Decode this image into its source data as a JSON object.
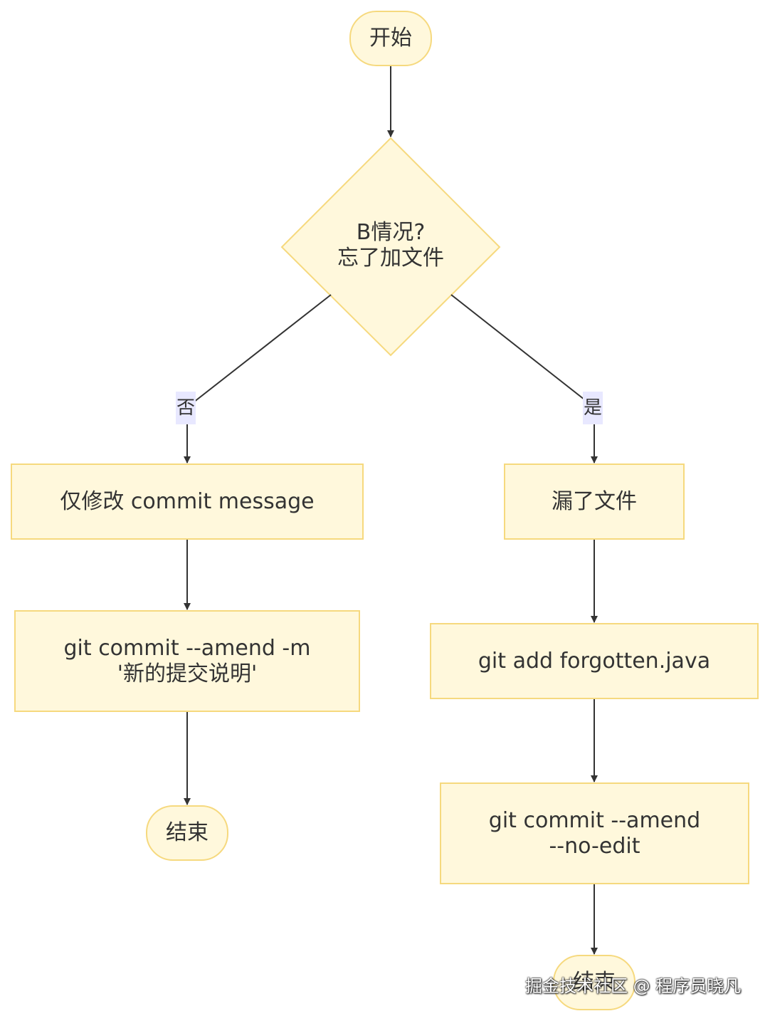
{
  "diagram": {
    "nodes": {
      "start": "开始",
      "decision": "B情况?\n忘了加文件",
      "only_message": "仅修改 commit message",
      "amend_message": "git commit --amend -m\n'新的提交说明'",
      "end_left": "结束",
      "missed_file": "漏了文件",
      "git_add": "git add forgotten.java",
      "amend_no_edit": "git commit --amend\n--no-edit",
      "end_right": "结束"
    },
    "edges": {
      "no_label": "否",
      "yes_label": "是"
    },
    "colors": {
      "node_fill": "#fff8dc",
      "node_border": "#f6d97e",
      "edge": "#333333",
      "edge_label_bg": "#e8e8ff"
    }
  },
  "watermark": "掘金技术社区 @ 程序员晓凡"
}
